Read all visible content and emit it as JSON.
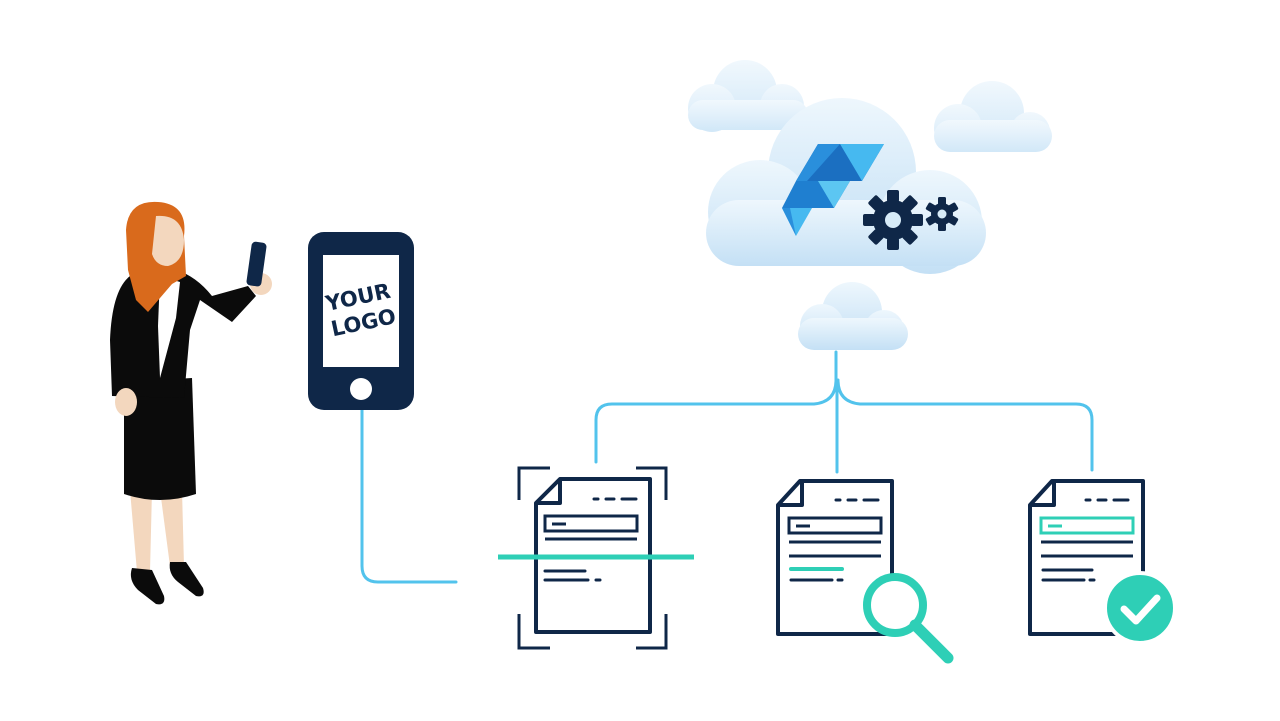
{
  "phone": {
    "logo_line1": "YOUR",
    "logo_line2": "LOGO"
  },
  "colors": {
    "navy": "#0f2748",
    "cyan_line": "#52c3ec",
    "teal": "#2ecfb6",
    "skin": "#f3d7be",
    "hair": "#d96a1c",
    "suit": "#0b0b0b",
    "cloud_light": "#e3f1fb",
    "cloud_mid": "#c6e2f6",
    "brand_blue_dark": "#1b6fc1",
    "brand_blue_light": "#46b9f0"
  },
  "icons": {
    "person": "woman-with-phone",
    "phone": "smartphone-icon",
    "cloud": "cloud-icon",
    "brand": "brand-logo-icon",
    "gears": "gears-icon",
    "scan": "document-scan-icon",
    "search": "document-search-icon",
    "verify": "document-verified-icon",
    "magnifier": "magnifier-icon",
    "check": "checkmark-icon"
  }
}
